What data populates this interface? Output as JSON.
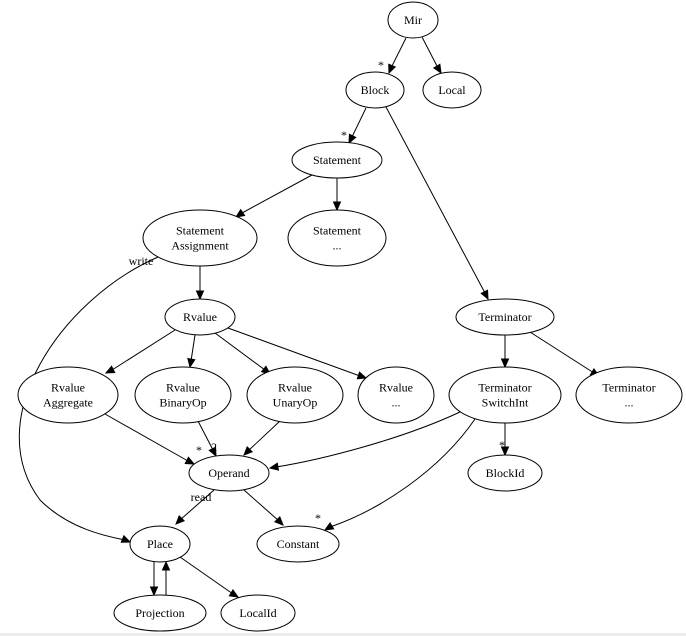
{
  "nodes": {
    "mir": {
      "lines": [
        "Mir"
      ]
    },
    "local": {
      "lines": [
        "Local"
      ]
    },
    "block": {
      "lines": [
        "Block"
      ]
    },
    "statement": {
      "lines": [
        "Statement"
      ]
    },
    "stmt_assign": {
      "lines": [
        "Statement",
        "Assignment"
      ]
    },
    "stmt_more": {
      "lines": [
        "Statement",
        "..."
      ]
    },
    "rvalue": {
      "lines": [
        "Rvalue"
      ]
    },
    "rv_aggregate": {
      "lines": [
        "Rvalue",
        "Aggregate"
      ]
    },
    "rv_binop": {
      "lines": [
        "Rvalue",
        "BinaryOp"
      ]
    },
    "rv_unop": {
      "lines": [
        "Rvalue",
        "UnaryOp"
      ]
    },
    "rv_more": {
      "lines": [
        "Rvalue",
        "..."
      ]
    },
    "terminator": {
      "lines": [
        "Terminator"
      ]
    },
    "term_switch": {
      "lines": [
        "Terminator",
        "SwitchInt"
      ]
    },
    "term_more": {
      "lines": [
        "Terminator",
        "..."
      ]
    },
    "blockid": {
      "lines": [
        "BlockId"
      ]
    },
    "operand": {
      "lines": [
        "Operand"
      ]
    },
    "place": {
      "lines": [
        "Place"
      ]
    },
    "constant": {
      "lines": [
        "Constant"
      ]
    },
    "projection": {
      "lines": [
        "Projection"
      ]
    },
    "localid": {
      "lines": [
        "LocalId"
      ]
    }
  },
  "edges": [
    {
      "from": "mir",
      "to": "block",
      "label": "*"
    },
    {
      "from": "mir",
      "to": "local",
      "label": ""
    },
    {
      "from": "block",
      "to": "statement",
      "label": "*"
    },
    {
      "from": "block",
      "to": "terminator",
      "label": ""
    },
    {
      "from": "statement",
      "to": "stmt_assign",
      "label": ""
    },
    {
      "from": "statement",
      "to": "stmt_more",
      "label": ""
    },
    {
      "from": "stmt_assign",
      "to": "rvalue",
      "label": ""
    },
    {
      "from": "stmt_assign",
      "to": "place",
      "label": "write"
    },
    {
      "from": "rvalue",
      "to": "rv_aggregate",
      "label": ""
    },
    {
      "from": "rvalue",
      "to": "rv_binop",
      "label": ""
    },
    {
      "from": "rvalue",
      "to": "rv_unop",
      "label": ""
    },
    {
      "from": "rvalue",
      "to": "rv_more",
      "label": ""
    },
    {
      "from": "rv_aggregate",
      "to": "operand",
      "label": "*"
    },
    {
      "from": "rv_binop",
      "to": "operand",
      "label": "2"
    },
    {
      "from": "rv_unop",
      "to": "operand",
      "label": ""
    },
    {
      "from": "terminator",
      "to": "term_switch",
      "label": ""
    },
    {
      "from": "terminator",
      "to": "term_more",
      "label": ""
    },
    {
      "from": "term_switch",
      "to": "operand",
      "label": ""
    },
    {
      "from": "term_switch",
      "to": "blockid",
      "label": "*"
    },
    {
      "from": "term_switch",
      "to": "constant",
      "label": "*"
    },
    {
      "from": "operand",
      "to": "place",
      "label": "read"
    },
    {
      "from": "operand",
      "to": "constant",
      "label": ""
    },
    {
      "from": "place",
      "to": "projection",
      "label": ""
    },
    {
      "from": "projection",
      "to": "place",
      "label": ""
    },
    {
      "from": "place",
      "to": "localid",
      "label": ""
    }
  ]
}
